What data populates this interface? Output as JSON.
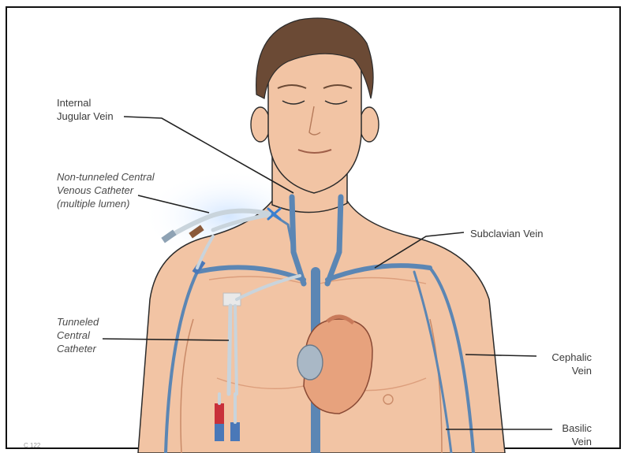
{
  "labels": {
    "internal_jugular": "Internal\nJugular Vein",
    "non_tunneled": "Non-tunneled Central\nVenous Catheter\n(multiple lumen)",
    "subclavian": "Subclavian Vein",
    "tunneled": "Tunneled\nCentral\nCatheter",
    "cephalic": "Cephalic\nVein",
    "basilic": "Basilic\nVein"
  },
  "figure_code": "C 122",
  "colors": {
    "skin": "#f2c4a4",
    "skin_shadow": "#dc9e7c",
    "hair": "#6b4a35",
    "vein": "#5b86b4",
    "catheter": "#c9d4dc",
    "heart": "#e7a27d",
    "outline": "#2b2b2b"
  }
}
